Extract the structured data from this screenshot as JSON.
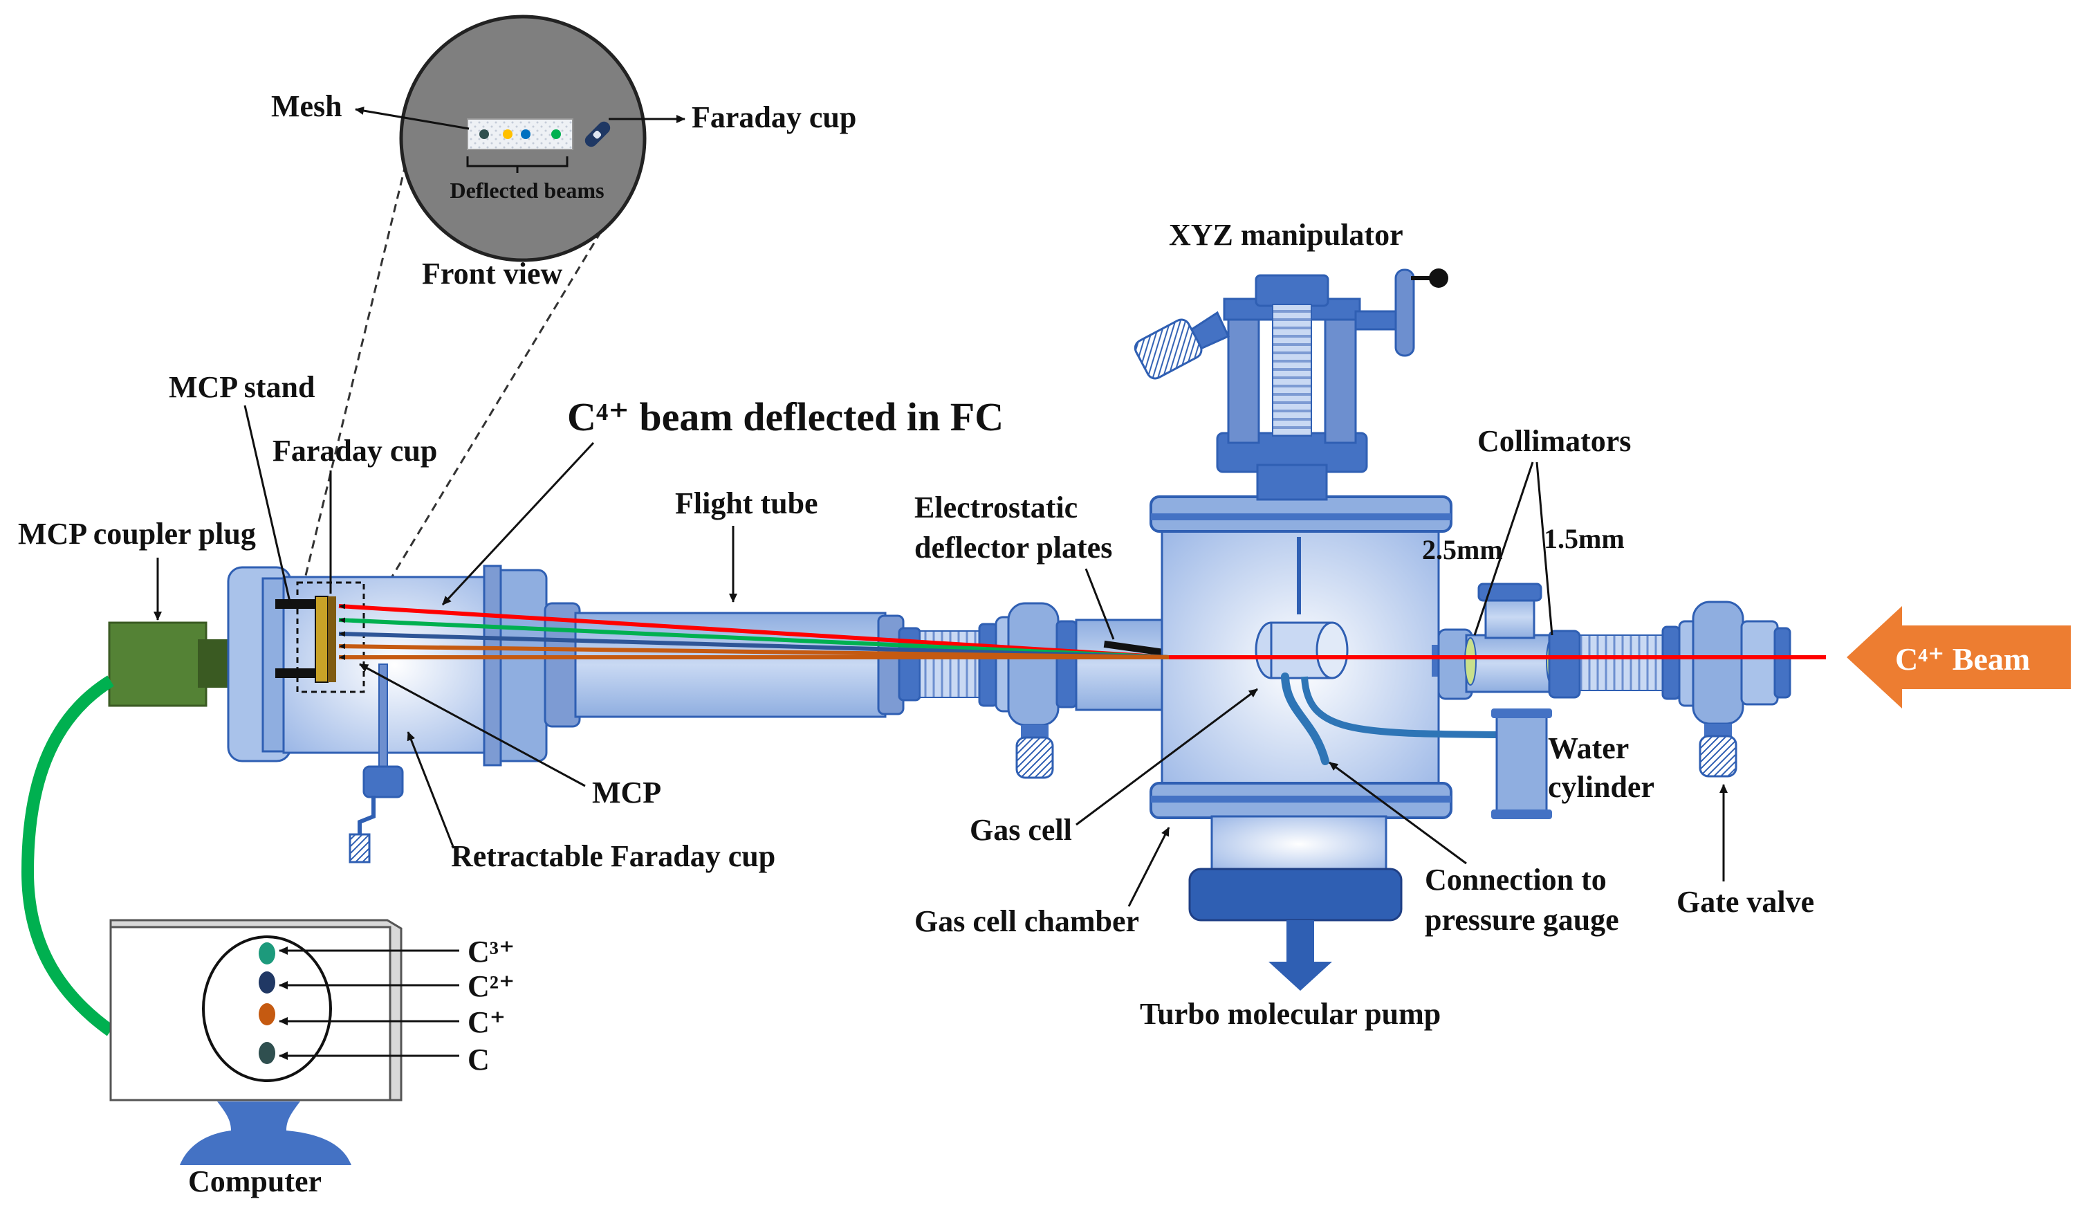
{
  "labels": {
    "mesh": "Mesh",
    "faraday_cup_top": "Faraday cup",
    "deflected_beams": "Deflected beams",
    "front_view": "Front view",
    "mcp_stand": "MCP stand",
    "faraday_cup": "Faraday cup",
    "mcp_coupler_plug": "MCP coupler plug",
    "beam_deflected_title": "C⁴⁺ beam deflected in FC",
    "flight_tube": "Flight tube",
    "electrostatic_line1": "Electrostatic",
    "electrostatic_line2": "deflector plates",
    "xyz_manipulator": "XYZ manipulator",
    "collimators": "Collimators",
    "size_25": "2.5mm",
    "size_15": "1.5mm",
    "beam_in": "C⁴⁺ Beam",
    "water_line1": "Water",
    "water_line2": "cylinder",
    "mcp": "MCP",
    "retractable_fc": "Retractable Faraday cup",
    "gas_cell": "Gas cell",
    "gas_cell_chamber": "Gas cell chamber",
    "pressure_line1": "Connection to",
    "pressure_line2": "pressure gauge",
    "gate_valve": "Gate valve",
    "turbo_pump": "Turbo molecular pump",
    "computer": "Computer"
  },
  "screen_species": [
    "C³⁺",
    "C²⁺",
    "C⁺",
    "C"
  ],
  "colors": {
    "apparatus_fill": "#a9c2ea",
    "apparatus_edge": "#2f5fb3",
    "apparatus_dark": "#4472c4",
    "beam_red": "#ff0000",
    "beam_green": "#00b050",
    "beam_blue": "#2e5597",
    "beam_orange": "#c55a11",
    "beam_arrow": "#ed7d31",
    "cable_green": "#00b050",
    "plug_green": "#548235",
    "spot_teal": "#1d9a7c",
    "spot_navy": "#203864",
    "spot_orange": "#c55a11",
    "spot_dark": "#2f4f4f"
  }
}
